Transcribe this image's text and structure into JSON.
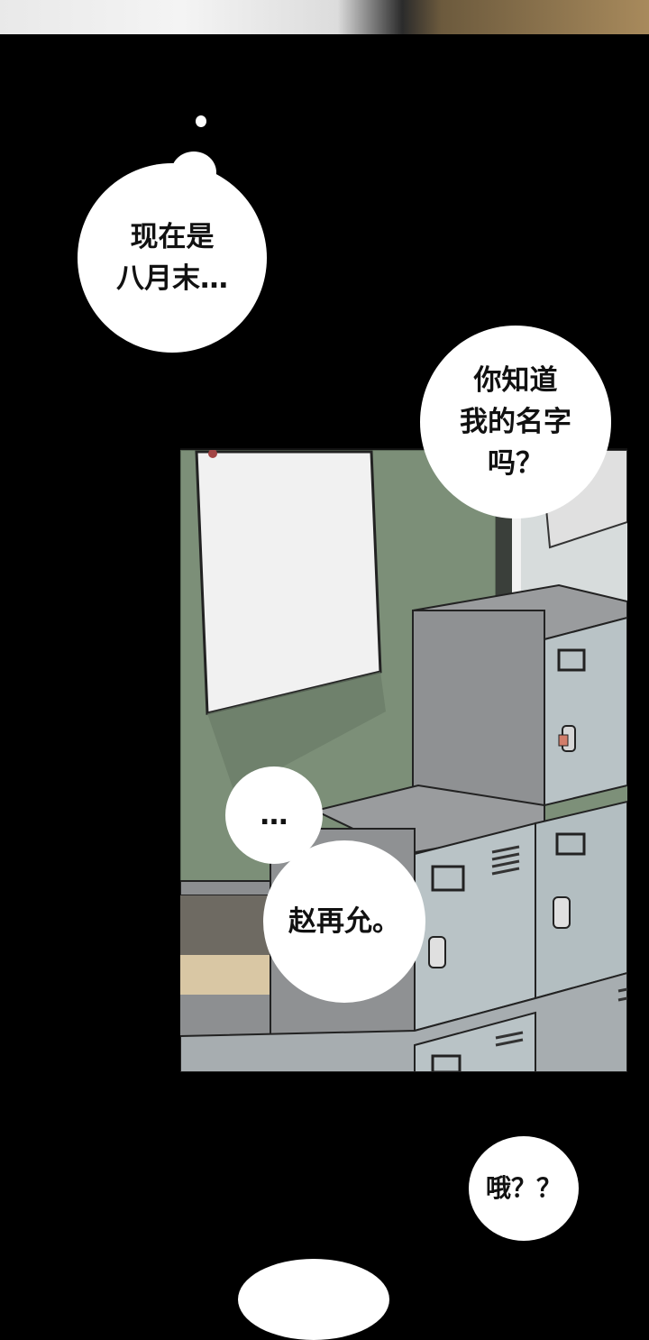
{
  "dialogue": {
    "bubble_1": "现在是\n八月末…",
    "bubble_2": "你知道\n我的名字\n吗？",
    "bubble_3": "…",
    "bubble_4": "赵再允。",
    "bubble_5": "哦？？"
  },
  "colors": {
    "background": "#000000",
    "bubble": "#ffffff",
    "board_green": "#7d9079",
    "locker_gray": "#9b9d9f",
    "locker_blue": "#b9c3c6"
  }
}
